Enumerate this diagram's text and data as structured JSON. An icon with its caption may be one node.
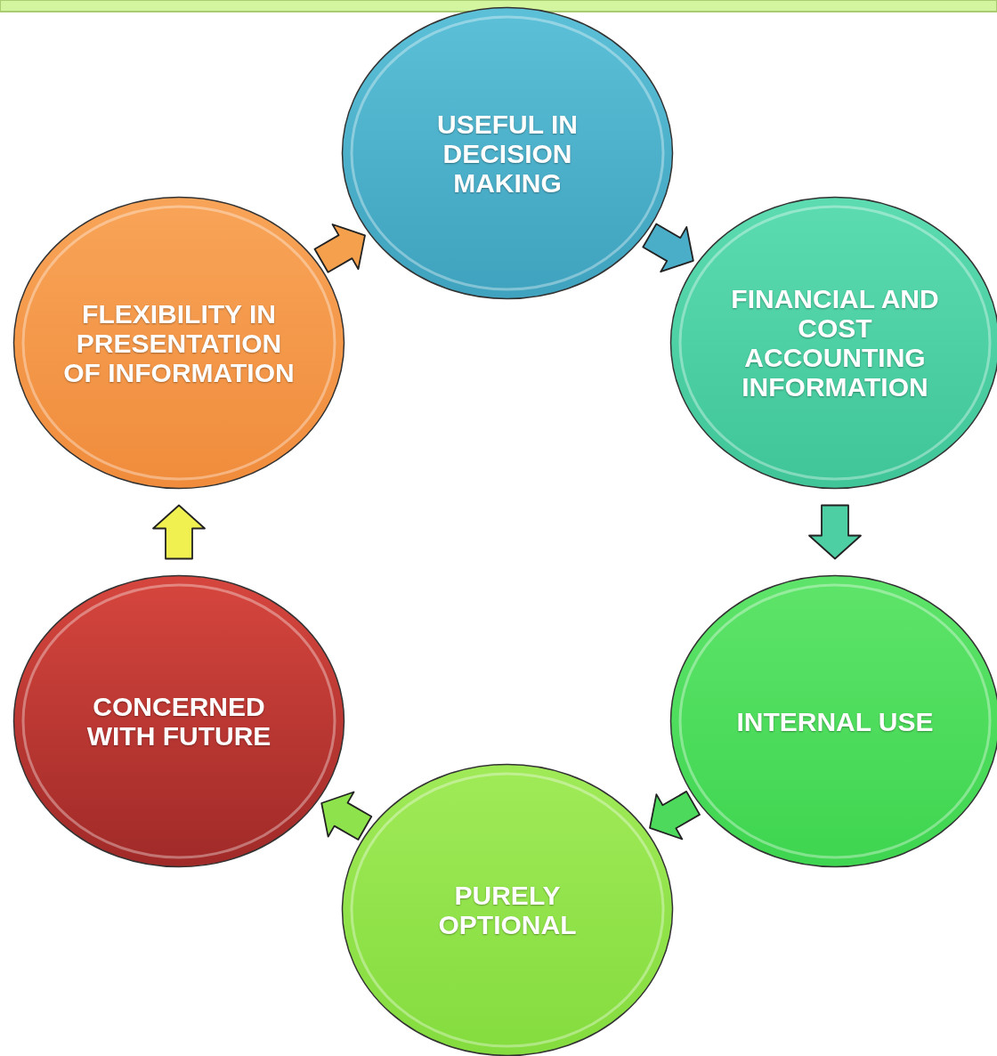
{
  "diagram": {
    "nodes": [
      {
        "text": [
          "USEFUL IN DECISION MAKING"
        ]
      },
      {
        "text": [
          "FINANCIAL AND COST ACCOUNTING INFORMATION"
        ]
      },
      {
        "text": [
          "INTERNAL USE"
        ]
      },
      {
        "text": [
          "PURELY OPTIONAL"
        ]
      },
      {
        "text": [
          "CONCERNED WITH FUTURE"
        ]
      },
      {
        "text": [
          "FLEXIBILITY IN PRESENTATION OF INFORMATION"
        ]
      }
    ],
    "edges": [
      {
        "from": 0,
        "to": 1,
        "arrow": "to",
        "color": "#4aaec8"
      },
      {
        "from": 1,
        "to": 2,
        "arrow": "to",
        "color": "#4dcfa3"
      },
      {
        "from": 2,
        "to": 3,
        "arrow": "to",
        "color": "#4cd95c"
      },
      {
        "from": 3,
        "to": 4,
        "arrow": "to",
        "color": "#8ee34c"
      },
      {
        "from": 4,
        "to": 5,
        "arrow": "to",
        "color": "#f0f050"
      },
      {
        "from": 5,
        "to": 0,
        "arrow": "to",
        "color": "#f4a04c"
      }
    ]
  }
}
